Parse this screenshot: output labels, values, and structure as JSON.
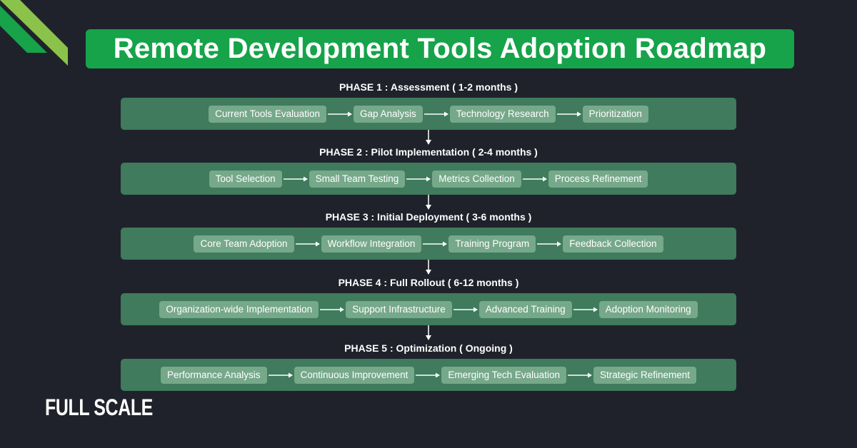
{
  "title": "Remote Development Tools Adoption Roadmap",
  "phases": [
    {
      "label": "PHASE 1 : Assessment ( 1-2 months )",
      "steps": [
        "Current Tools Evaluation",
        "Gap Analysis",
        "Technology Research",
        "Prioritization"
      ]
    },
    {
      "label": "PHASE 2 : Pilot Implementation ( 2-4 months )",
      "steps": [
        "Tool Selection",
        "Small Team Testing",
        "Metrics Collection",
        "Process Refinement"
      ]
    },
    {
      "label": "PHASE 3 : Initial Deployment ( 3-6 months )",
      "steps": [
        "Core Team Adoption",
        "Workflow Integration",
        "Training Program",
        "Feedback Collection"
      ]
    },
    {
      "label": "PHASE 4 : Full Rollout ( 6-12 months )",
      "steps": [
        "Organization-wide Implementation",
        "Support Infrastructure",
        "Advanced Training",
        "Adoption Monitoring"
      ]
    },
    {
      "label": "PHASE 5 : Optimization ( Ongoing )",
      "steps": [
        "Performance Analysis",
        "Continuous Improvement",
        "Emerging Tech Evaluation",
        "Strategic Refinement"
      ]
    }
  ],
  "brand": {
    "logo_text": "FULL SCALE"
  },
  "colors": {
    "background": "#1f222b",
    "title_banner": "#16a34a",
    "phase_panel": "#3f7b5c",
    "step_box": "#76a88a",
    "corner_light": "#8bc34a",
    "corner_dark": "#16a34a"
  }
}
